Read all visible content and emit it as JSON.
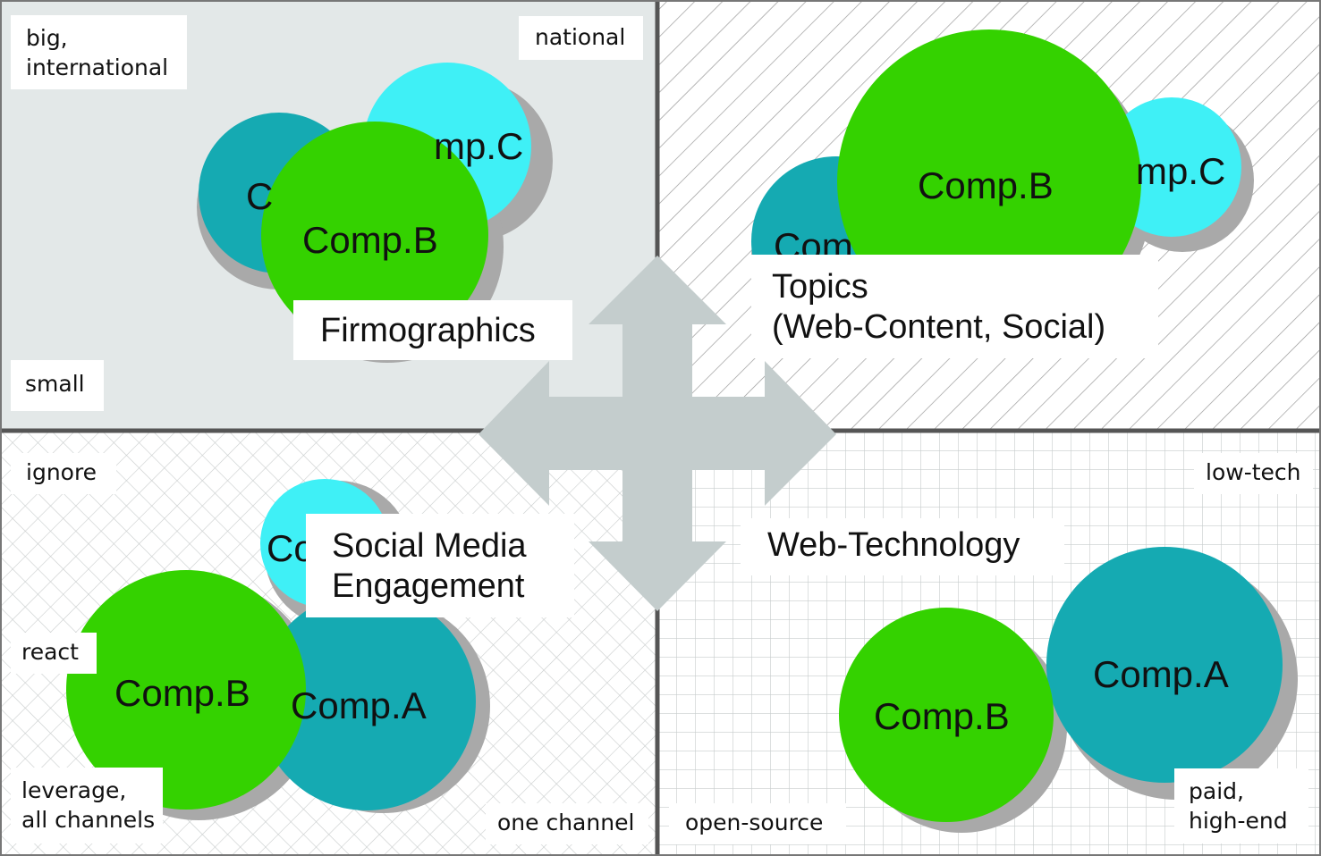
{
  "colors": {
    "teal": "#15aab2",
    "green": "#34d200",
    "cyan": "#3ff0f6",
    "shadow": "#a9a9a9",
    "arrow": "#c4cdcd",
    "top_left_bg": "#e3e8e8",
    "divider": "#555555"
  },
  "quadrants": {
    "top_left": {
      "title": "Firmographics",
      "corner_top_left": "big,\ninternational",
      "corner_top_right": "national",
      "corner_bottom_left": "small",
      "circles": [
        "Comp.A",
        "Comp.C",
        "Comp.B"
      ],
      "visible_text": {
        "a": "C",
        "c": "mp.C",
        "b": "Comp.B"
      }
    },
    "top_right": {
      "title": "Topics\n(Web-Content, Social)",
      "circles": [
        "Comp.A",
        "Comp.C",
        "Comp.B"
      ],
      "visible_text": {
        "a": "Com",
        "c": "mp.C",
        "b": "Comp.B"
      }
    },
    "bottom_left": {
      "title": "Social Media\nEngagement",
      "corner_top_left": "ignore",
      "corner_mid_left": "react",
      "corner_bottom_left": "leverage,\nall channels",
      "corner_bottom_right": "one channel",
      "circles": [
        "Comp.C",
        "Comp.A",
        "Comp.B"
      ],
      "visible_text": {
        "c": "Co",
        "a": "Comp.A",
        "b": "Comp.B"
      }
    },
    "bottom_right": {
      "title": "Web-Technology",
      "corner_top_right": "low-tech",
      "corner_bottom_left": "open-source",
      "corner_bottom_right": "paid,\nhigh-end",
      "circles": [
        "Comp.A",
        "Comp.B"
      ],
      "visible_text": {
        "a": "Comp.A",
        "b": "Comp.B"
      }
    }
  }
}
